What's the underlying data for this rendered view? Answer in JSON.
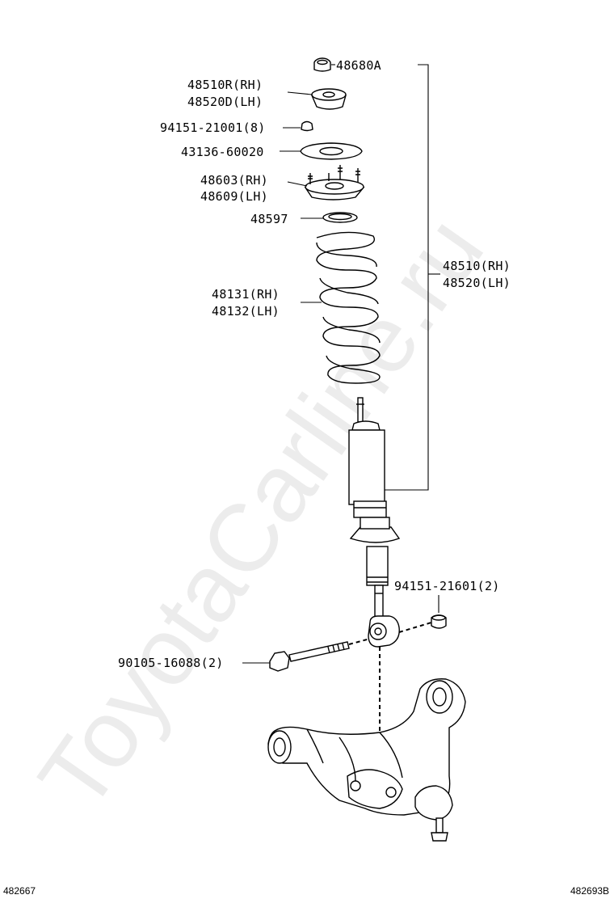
{
  "watermark": "ToyotaCarline.ru",
  "footer": {
    "left_code": "482667",
    "right_code": "482693B"
  },
  "labels": {
    "l48680a": "48680A",
    "l48510r": "48510R(RH)",
    "l48520d": "48520D(LH)",
    "l94151_21001": "94151-21001(8)",
    "l43136": "43136-60020",
    "l48603": "48603(RH)",
    "l48609": "48609(LH)",
    "l48597": "48597",
    "l48131": "48131(RH)",
    "l48132": "48132(LH)",
    "l48510": "48510(RH)",
    "l48520": "48520(LH)",
    "l94151_21601": "94151-21601(2)",
    "l90105": "90105-16088(2)"
  }
}
